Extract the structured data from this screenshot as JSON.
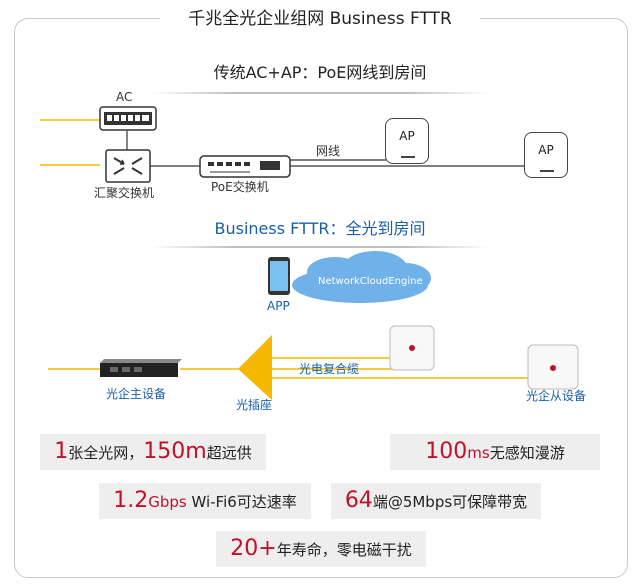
{
  "title": "千兆全光企业组网 Business FTTR",
  "traditional": {
    "title": "传统AC+AP：PoE网线到房间",
    "ac_label": "AC",
    "agg_switch_label": "汇聚交换机",
    "poe_switch_label": "PoE交换机",
    "cable_label": "网线",
    "ap1_label": "AP",
    "ap2_label": "AP"
  },
  "fttr": {
    "title": "Business FTTR：全光到房间",
    "cloud_label": "NetworkCloudEngine",
    "app_label": "APP",
    "main_device_label": "光企主设备",
    "splitter_label": "光插座",
    "fiber_label": "光电复合缆",
    "sub_device_label": "光企从设备"
  },
  "features": [
    {
      "num": "1",
      "text1": "张全光网，",
      "num2": "150m",
      "text2": "超远供"
    },
    {
      "num": "100",
      "unit": "ms",
      "text": "无感知漫游"
    },
    {
      "num": "1.2",
      "unit": "Gbps",
      "text": " Wi-Fi6可达速率"
    },
    {
      "num": "64",
      "text": "端@5Mbps可保障带宽"
    },
    {
      "num": "20+",
      "text": "年寿命，零电磁干扰"
    }
  ],
  "colors": {
    "accent_red": "#c0112a",
    "accent_blue": "#1a5fa8",
    "fiber_yellow": "#f5b800"
  }
}
